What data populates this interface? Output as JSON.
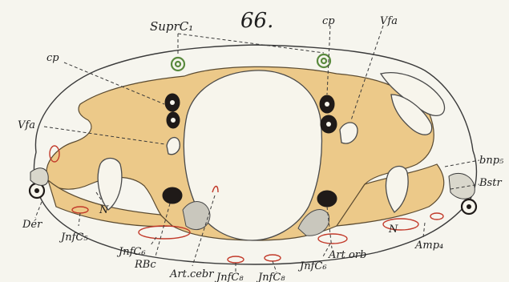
{
  "figure_number": "66.",
  "labels": {
    "supr_c1": "SuprC₁",
    "cp_left": "cp",
    "cp_right": "cp",
    "vfa_left": "Vfa",
    "vfa_right": "Vfa",
    "bnp5": "bnp₅",
    "bstr": "Bstr",
    "der": "Dér",
    "inf_c5": "JnfC₅",
    "n_left": "N",
    "n_right": "N",
    "inf_c6_left": "JnfC₆",
    "rbc": "RBc",
    "art_cebr": "Art.cebr",
    "inf_c8_a": "JnfC₈",
    "inf_c8_b": "JnfC₈",
    "inf_c6_right": "JnfC₆",
    "art_orb": "Art orb",
    "amp4": "Amp₄"
  }
}
